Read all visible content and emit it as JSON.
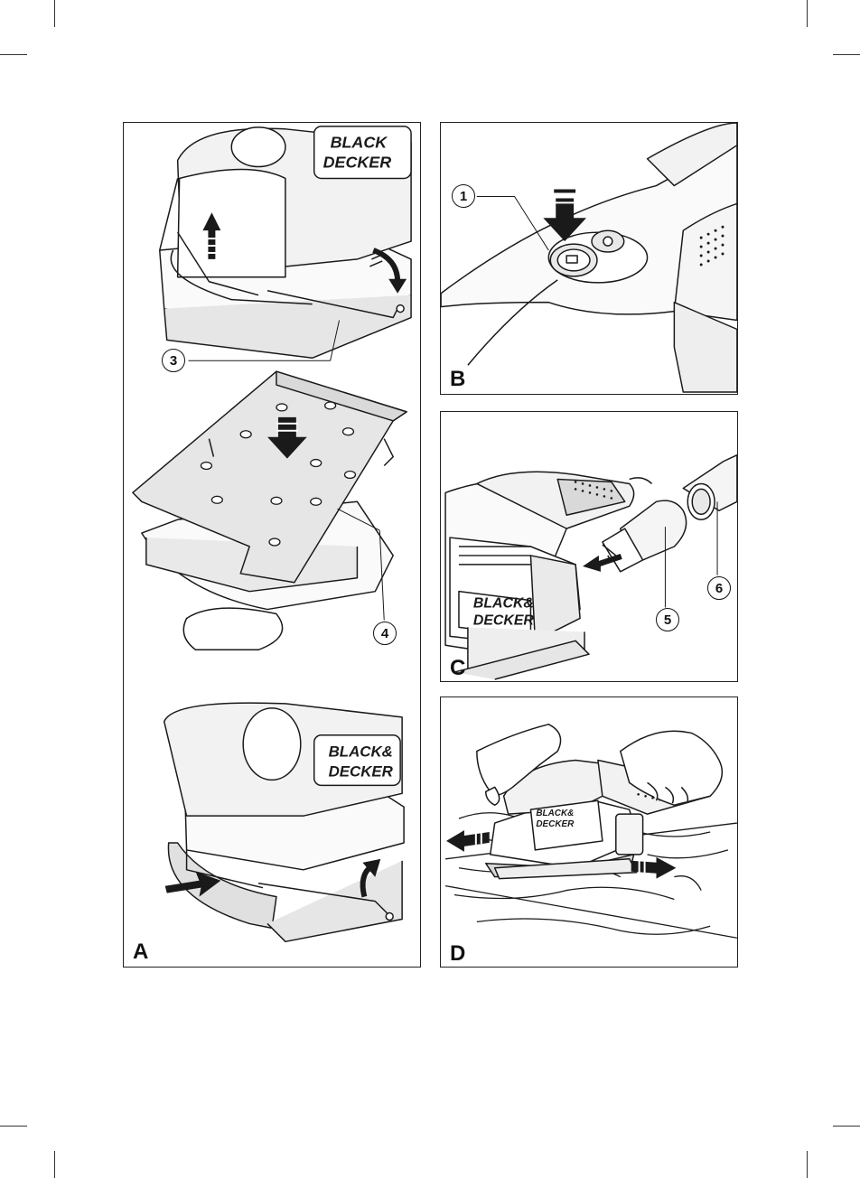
{
  "panels": {
    "A": {
      "label": "A",
      "callouts": [
        "3",
        "4"
      ],
      "brand_top": [
        "BLACK",
        "DECKER"
      ],
      "brand_bottom": [
        "BLACK&",
        "DECKER"
      ]
    },
    "B": {
      "label": "B",
      "callouts": [
        "1"
      ]
    },
    "C": {
      "label": "C",
      "callouts": [
        "5",
        "6"
      ],
      "brand": [
        "BLACK&",
        "DECKER"
      ]
    },
    "D": {
      "label": "D",
      "brand": [
        "BLACK&",
        "DECKER"
      ]
    }
  },
  "colors": {
    "line": "#1a1a1a",
    "fill_light": "#f2f2f2",
    "fill_mid": "#d9d9d9",
    "paper": "#e6e6e6"
  }
}
